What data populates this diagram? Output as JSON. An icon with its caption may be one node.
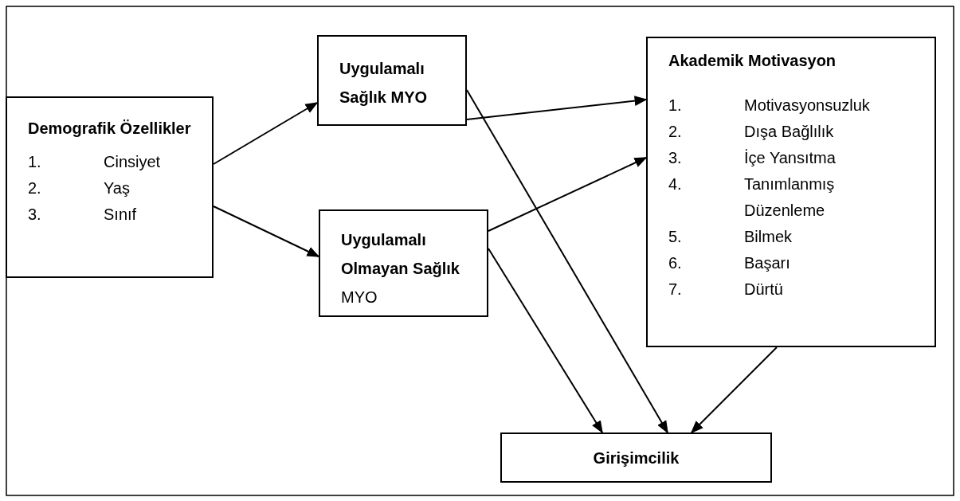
{
  "diagram": {
    "nodes": [
      {
        "text": [
          "Demografik Özellikler",
          "1.",
          "Cinsiyet",
          "2.",
          "Yaş",
          "3.",
          "Sınıf"
        ]
      },
      {
        "text": [
          "Uygulamalı Sağlık MYO"
        ]
      },
      {
        "text": [
          "**Uygulamalı Olmayan Sağlık** MYO"
        ]
      },
      {
        "text": [
          "Akademik Motivasyon",
          "1.",
          "Motivasyonsuzluk",
          "2.",
          "Dışa Bağlılık",
          "3.",
          "İçe Yansıtma",
          "4.",
          "Tanımlanmış Düzenleme",
          "5.",
          "Bilmek",
          "6.",
          "Başarı",
          "7.",
          "Dürtü"
        ]
      },
      {
        "text": [
          "Girişimcilik"
        ]
      }
    ],
    "edges": [
      {
        "from": 0,
        "to": 1,
        "arrow": "to"
      },
      {
        "from": 0,
        "to": 2,
        "arrow": "to"
      },
      {
        "from": 1,
        "to": 3,
        "arrow": "to"
      },
      {
        "from": 2,
        "to": 3,
        "arrow": "to"
      },
      {
        "from": 1,
        "to": 4,
        "arrow": "to"
      },
      {
        "from": 2,
        "to": 4,
        "arrow": "to"
      },
      {
        "from": 3,
        "to": 4,
        "arrow": "to"
      }
    ]
  }
}
